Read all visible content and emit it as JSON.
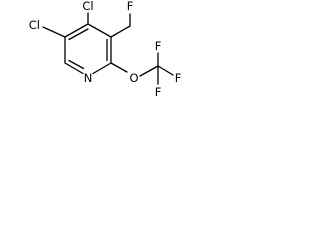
{
  "molecule": {
    "labels": {
      "cl_top": "Cl",
      "cl_left": "Cl",
      "f_ch2f": "F",
      "n_ring": "N",
      "o_ether": "O",
      "f_cf3_top": "F",
      "f_cf3_right": "F",
      "f_cf3_bottom": "F"
    }
  }
}
